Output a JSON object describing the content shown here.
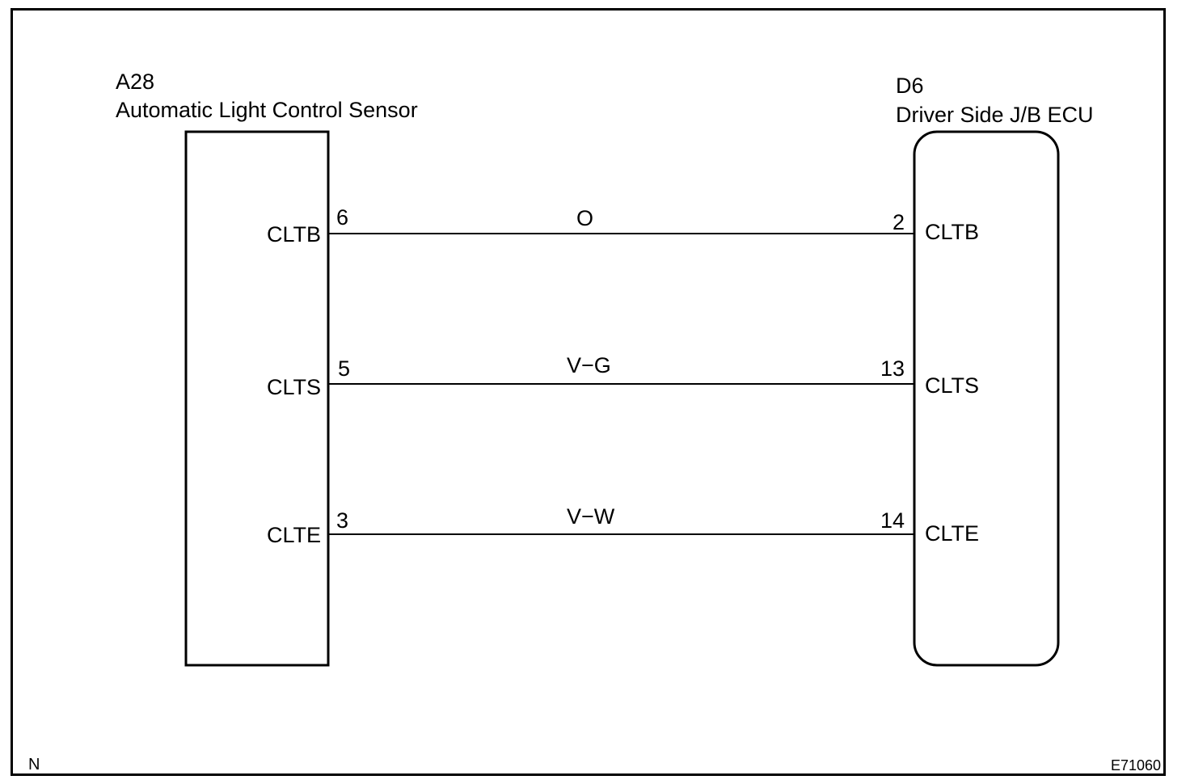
{
  "left_component": {
    "code": "A28",
    "name": "Automatic Light Control Sensor",
    "pins": [
      {
        "label": "CLTB",
        "number": "6"
      },
      {
        "label": "CLTS",
        "number": "5"
      },
      {
        "label": "CLTE",
        "number": "3"
      }
    ]
  },
  "right_component": {
    "code": "D6",
    "name": "Driver Side J/B ECU",
    "pins": [
      {
        "label": "CLTB",
        "number": "2"
      },
      {
        "label": "CLTS",
        "number": "13"
      },
      {
        "label": "CLTE",
        "number": "14"
      }
    ]
  },
  "wires": [
    {
      "color_code": "O"
    },
    {
      "color_code": "V−G"
    },
    {
      "color_code": "V−W"
    }
  ],
  "footer": {
    "left_mark": "N",
    "figure_id": "E71060"
  }
}
